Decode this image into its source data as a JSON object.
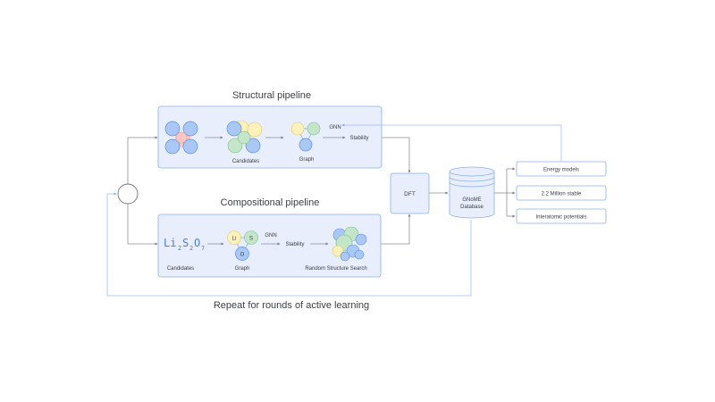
{
  "structural": {
    "title": "Structural pipeline",
    "candidates": "Candidates",
    "graph": "Graph",
    "gnn": "GNN",
    "stability": "Stability"
  },
  "compositional": {
    "title": "Compositional pipeline",
    "formula": {
      "li": "Li",
      "li_sub": "2",
      "s": "S",
      "s_sub": "2",
      "o": "O",
      "o_sub": "7"
    },
    "candidates": "Candidates",
    "graph": "Graph",
    "gnn": "GNN",
    "stability": "Stability",
    "random_search": "Random Structure Search",
    "node_li": "Li",
    "node_s": "S",
    "node_o": "O"
  },
  "dft": "DFT",
  "database": {
    "line1": "GNoME",
    "line2": "Database"
  },
  "outputs": [
    "Energy models",
    "2.2 Million stable",
    "Interatomic potentials"
  ],
  "loop_label": "Repeat for rounds of active learning",
  "colors": {
    "panel_fill": "#e8eefc",
    "panel_stroke": "#8ab0ee",
    "line": "#8a9099",
    "loop_line": "#9cc0f0",
    "blue_node": "#a9c8f5",
    "blue_node_stroke": "#5a8fe0",
    "green_node": "#c3e6c8",
    "yellow_node": "#fcf1b8",
    "pink_node": "#f6c7c3"
  }
}
